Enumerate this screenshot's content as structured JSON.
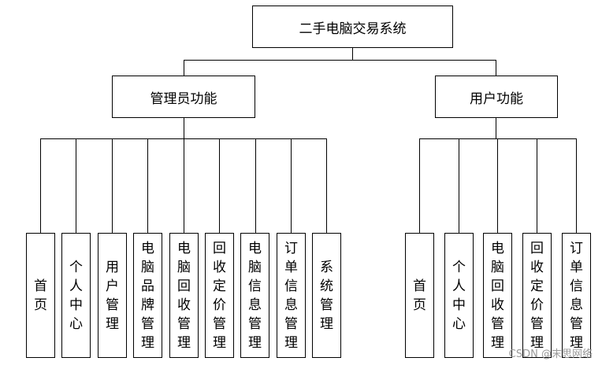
{
  "root": {
    "label": "二手电脑交易系统"
  },
  "admin": {
    "label": "管理员功能",
    "items": [
      "首页",
      "个人中心",
      "用户管理",
      "电脑品牌管理",
      "电脑回收管理",
      "回收定价管理",
      "电脑信息管理",
      "订单信息管理",
      "系统管理"
    ]
  },
  "user": {
    "label": "用户功能",
    "items": [
      "首页",
      "个人中心",
      "电脑回收管理",
      "回收定价管理",
      "订单信息管理"
    ]
  },
  "watermark": "CSDN @末思网络"
}
